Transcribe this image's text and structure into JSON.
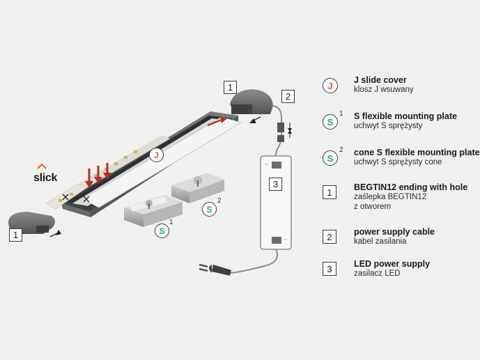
{
  "brand": "slick",
  "colors": {
    "j_accent": "#e8582a",
    "s_accent": "#21a57a",
    "outline": "#3a3a3a",
    "profile_dark": "#4a4b4d",
    "profile_light": "#a8aaab",
    "arrow_red": "#b0312c"
  },
  "legend": [
    {
      "type": "circle",
      "symbol": "J",
      "sup": "",
      "title": "J slide cover",
      "subtitle": "klosz J wsuwany"
    },
    {
      "type": "circle",
      "symbol": "S",
      "sup": "1",
      "title": "S flexible mounting plate",
      "subtitle": "uchwyt S sprężysty"
    },
    {
      "type": "circle",
      "symbol": "S",
      "sup": "2",
      "title": "cone S flexible mounting plate",
      "subtitle": "uchwyt S sprężysty cone"
    },
    {
      "type": "box",
      "symbol": "1",
      "sup": "",
      "title": "BEGTIN12 ending with hole",
      "subtitle": "zaślepka BEGTIN12\nz otworem"
    },
    {
      "type": "box",
      "symbol": "2",
      "sup": "",
      "title": "power supply cable",
      "subtitle": "kabel zasilania"
    },
    {
      "type": "box",
      "symbol": "3",
      "sup": "",
      "title": "LED power supply",
      "subtitle": "zasilacz LED"
    }
  ],
  "diagram_labels": {
    "end_cap_top": "1",
    "end_cap_left": "1",
    "cable": "2",
    "psu": "3",
    "cover": "J",
    "plate_s1": "S",
    "plate_s1_sup": "1",
    "plate_s2": "S",
    "plate_s2_sup": "2"
  }
}
